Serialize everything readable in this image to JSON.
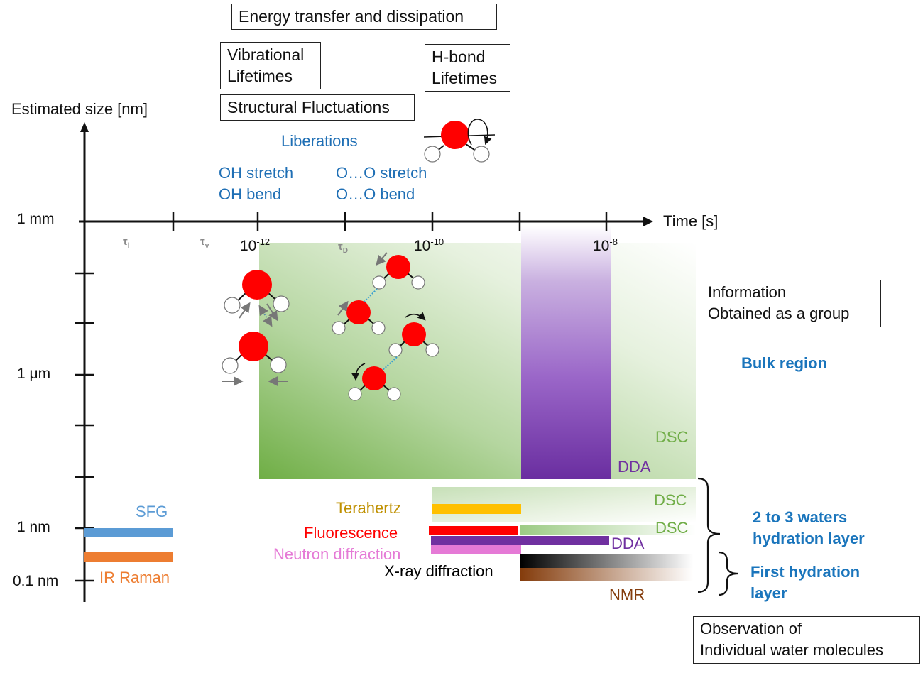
{
  "title_boxes": {
    "energy": "Energy transfer and dissipation",
    "vibrational": [
      "Vibrational",
      "Lifetimes"
    ],
    "hbond": [
      "H-bond",
      "Lifetimes"
    ],
    "structural": "Structural Fluctuations"
  },
  "axes": {
    "y_label": "Estimated size  [nm]",
    "x_label": "Time [s]",
    "y_ticks": [
      "1 mm",
      "1 μm",
      "1 nm",
      "0.1 nm"
    ],
    "x_ticks": [
      {
        "base": "10",
        "exp": "-12"
      },
      {
        "base": "10",
        "exp": "-10"
      },
      {
        "base": "10",
        "exp": "-8"
      }
    ],
    "tau_labels": [
      {
        "symbol": "τ",
        "sub": "l"
      },
      {
        "symbol": "τ",
        "sub": "v"
      },
      {
        "symbol": "τ",
        "sub": "D"
      }
    ]
  },
  "motions": {
    "liberations": "Liberations",
    "oh": [
      "OH stretch",
      "OH bend"
    ],
    "oo": [
      "O…O stretch",
      "O…O bend"
    ]
  },
  "info_boxes": {
    "group": [
      "Information",
      "Obtained as a group"
    ],
    "individual": [
      "Observation of",
      "Individual water molecules"
    ]
  },
  "regions": {
    "bulk": "Bulk region",
    "hydration_layer": [
      "2 to 3 waters",
      "hydration layer"
    ],
    "first_layer": [
      "First hydration",
      "layer"
    ]
  },
  "techniques": {
    "sfg": "SFG",
    "ir_raman": "IR Raman",
    "terahertz": "Terahertz",
    "fluorescence": "Fluorescence",
    "neutron": "Neutron diffraction",
    "xray": "X-ray diffraction",
    "nmr": "NMR",
    "dsc": "DSC",
    "dda": "DDA"
  },
  "colors": {
    "axis": "#111111",
    "motion_text": "#1f6fb5",
    "region_text": "#1a75bc",
    "sfg": "#5b9bd5",
    "ir_raman": "#ed7d31",
    "terahertz": "#ffc000",
    "terahertz_text": "#bf9000",
    "fluorescence": "#ff0000",
    "neutron": "#e57ad6",
    "dda": "#7030a0",
    "dsc": "#70ad47",
    "nmr": "#843c0c",
    "xray": "#000000",
    "oxygen": "#ff0000"
  },
  "icons": {
    "water_molecule": "red oxygen sphere with two white hydrogen spheres",
    "rotation_arrow": "curved arrow",
    "hbond_line": "dotted blue line"
  }
}
